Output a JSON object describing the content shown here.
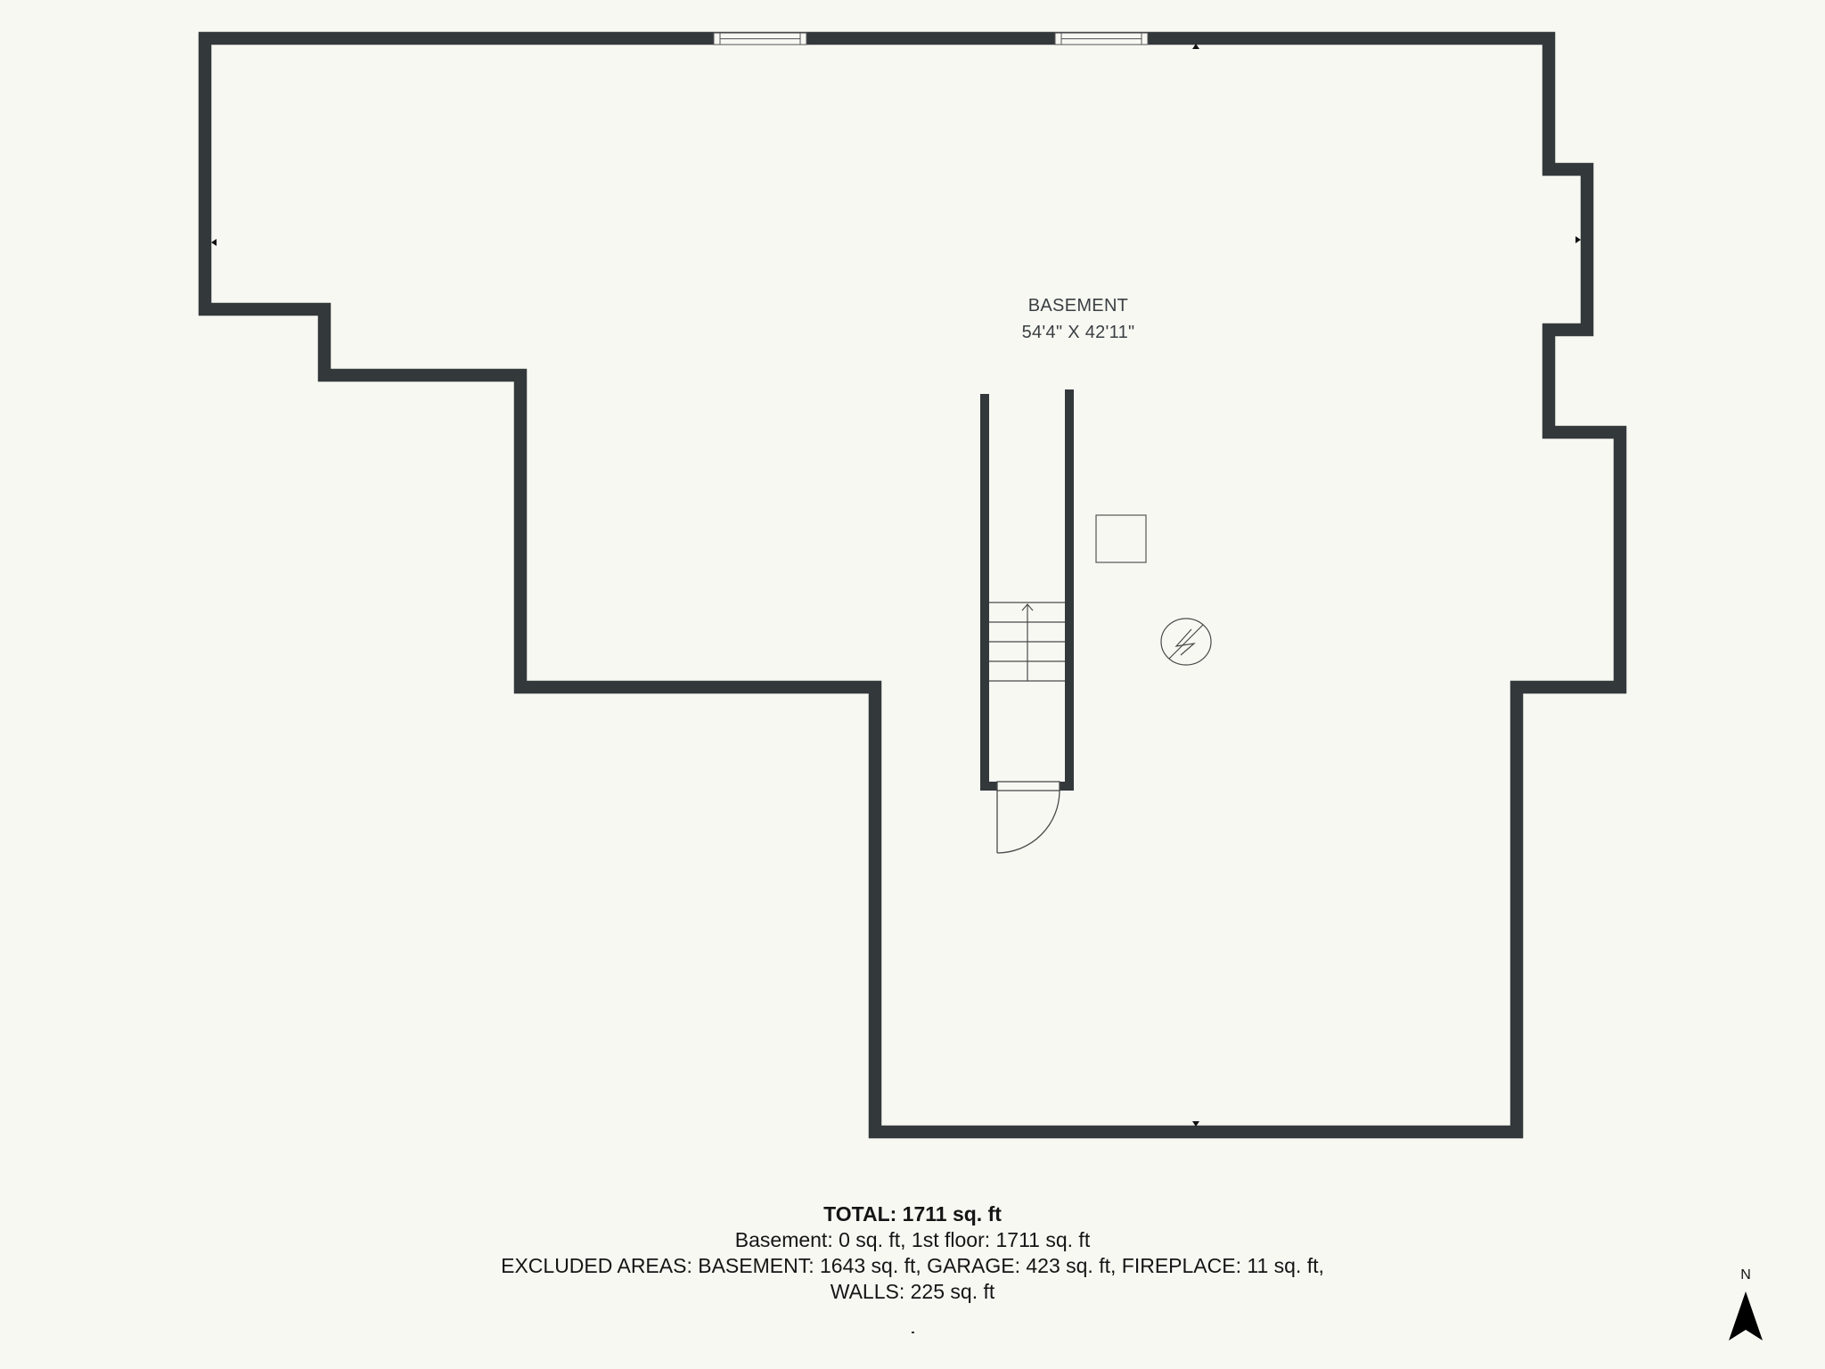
{
  "room": {
    "name": "BASEMENT",
    "dimensions": "54'4\" X 42'11\""
  },
  "summary": {
    "total": "TOTAL: 1711 sq. ft",
    "floors": "Basement: 0 sq. ft, 1st floor: 1711 sq. ft",
    "excluded_line1": "EXCLUDED AREAS: BASEMENT: 1643 sq. ft, GARAGE: 423 sq. ft, FIREPLACE: 11 sq. ft,",
    "excluded_line2": "WALLS: 225 sq. ft"
  },
  "compass": {
    "label": "N"
  },
  "colors": {
    "background": "#f8f8f3",
    "wall": "#33383b",
    "line": "#4a4a4a"
  },
  "symbols": [
    "stairs-up",
    "door-swing",
    "square-fixture",
    "electrical-panel-symbol",
    "window",
    "dimension-marker"
  ]
}
